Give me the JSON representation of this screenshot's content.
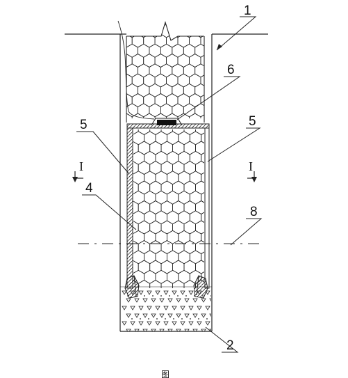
{
  "diagram": {
    "callouts": [
      {
        "id": "1",
        "text": "1"
      },
      {
        "id": "6",
        "text": "6"
      },
      {
        "id": "5a",
        "text": "5"
      },
      {
        "id": "5b",
        "text": "5"
      },
      {
        "id": "4",
        "text": "4"
      },
      {
        "id": "8",
        "text": "8"
      },
      {
        "id": "2",
        "text": "2"
      }
    ],
    "section_marks": [
      {
        "id": "left",
        "text": "I"
      },
      {
        "id": "right",
        "text": "I"
      }
    ],
    "caption": "图"
  }
}
